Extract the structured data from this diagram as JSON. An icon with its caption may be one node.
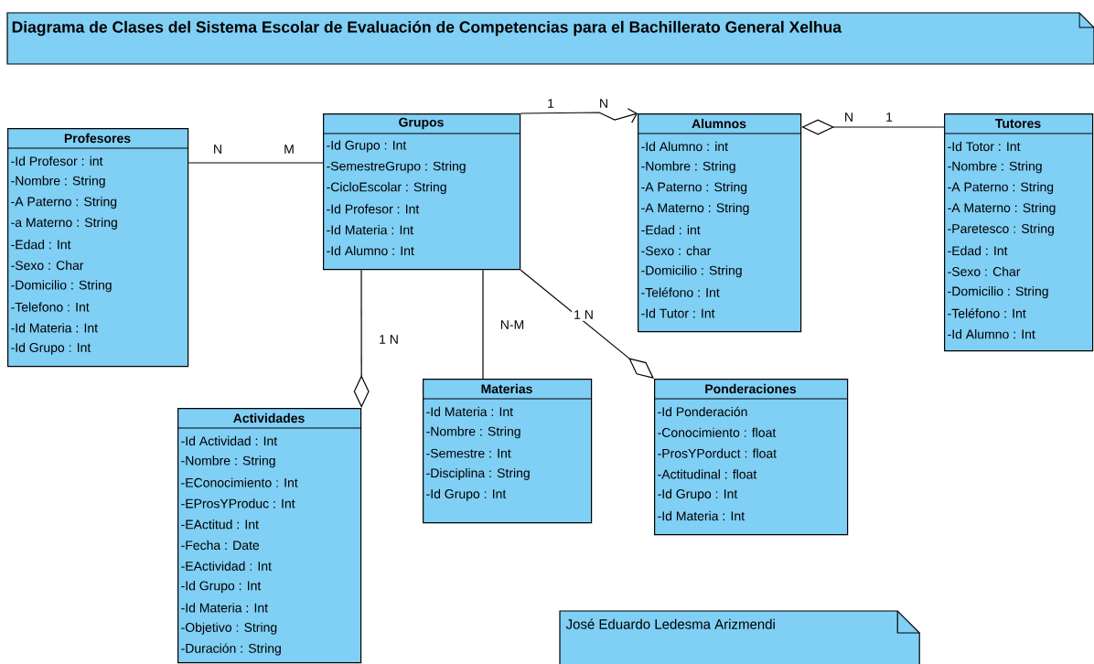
{
  "diagram": {
    "title": "Diagrama de Clases del Sistema Escolar de Evaluación de Competencias para el Bachillerato General Xelhua",
    "nodes": [
      {
        "text": [
          "Profesores",
          "-Id Profesor : int",
          "-Nombre : String",
          "-A Paterno : String",
          "-a Materno : String",
          "-Edad : Int",
          "-Sexo : Char",
          "-Domicilio : String",
          "-Telefono : Int",
          "-Id Materia : Int",
          "-Id Grupo : Int"
        ]
      },
      {
        "text": [
          "Grupos",
          "-Id Grupo : Int",
          "-SemestreGrupo : String",
          "-CicloEscolar : String",
          "-Id Profesor : Int",
          "-Id Materia : Int",
          "-Id Alumno : Int"
        ]
      },
      {
        "text": [
          "Alumnos",
          "-Id Alumno : int",
          "-Nombre : String",
          "-A Paterno : String",
          "-A Materno : String",
          "-Edad : int",
          "-Sexo : char",
          "-Domicilio : String",
          "-Teléfono : Int",
          "-Id Tutor : Int"
        ]
      },
      {
        "text": [
          "Tutores",
          "-Id Totor : Int",
          "-Nombre : String",
          "-A Paterno : String",
          "-A Materno : String",
          "-Paretesco : String",
          "-Edad : Int",
          "-Sexo : Char",
          "-Domicilio : String",
          "-Teléfono : Int",
          "-Id Alumno : Int"
        ]
      },
      {
        "text": [
          "Actividades",
          "-Id Actividad : Int",
          "-Nombre : String",
          "-EConocimiento : Int",
          "-EProsYProduc : Int",
          "-EActitud : Int",
          "-Fecha : Date",
          "-EActividad : Int",
          "-Id Grupo : Int",
          "-Id Materia : Int",
          "-Objetivo : String",
          "-Duración : String"
        ]
      },
      {
        "text": [
          "Materias",
          "-Id Materia : Int",
          "-Nombre : String",
          "-Semestre : Int",
          "-Disciplina : String",
          "-Id Grupo : Int"
        ]
      },
      {
        "text": [
          "Ponderaciones",
          "-Id Ponderación",
          "-Conocimiento : float",
          "-ProsYPorduct : float",
          "-Actitudinal : float",
          "-Id Grupo : Int",
          "-Id Materia : Int"
        ]
      },
      {
        "text": [
          "José Eduardo Ledesma Arizmendi"
        ]
      }
    ],
    "edges": [
      {
        "from": 0,
        "to": 1,
        "arrow": "none"
      },
      {
        "from": 1,
        "to": 2,
        "arrow": "to"
      },
      {
        "from": 3,
        "to": 2,
        "arrow": "other"
      },
      {
        "from": 1,
        "to": 4,
        "arrow": "other",
        "label": "1   N"
      },
      {
        "from": 1,
        "to": 5,
        "arrow": "none",
        "label": "N-M"
      },
      {
        "from": 1,
        "to": 6,
        "arrow": "other",
        "label": "1   N"
      }
    ],
    "labels": [
      "1",
      "N",
      "N",
      "1",
      "N",
      "M"
    ]
  }
}
